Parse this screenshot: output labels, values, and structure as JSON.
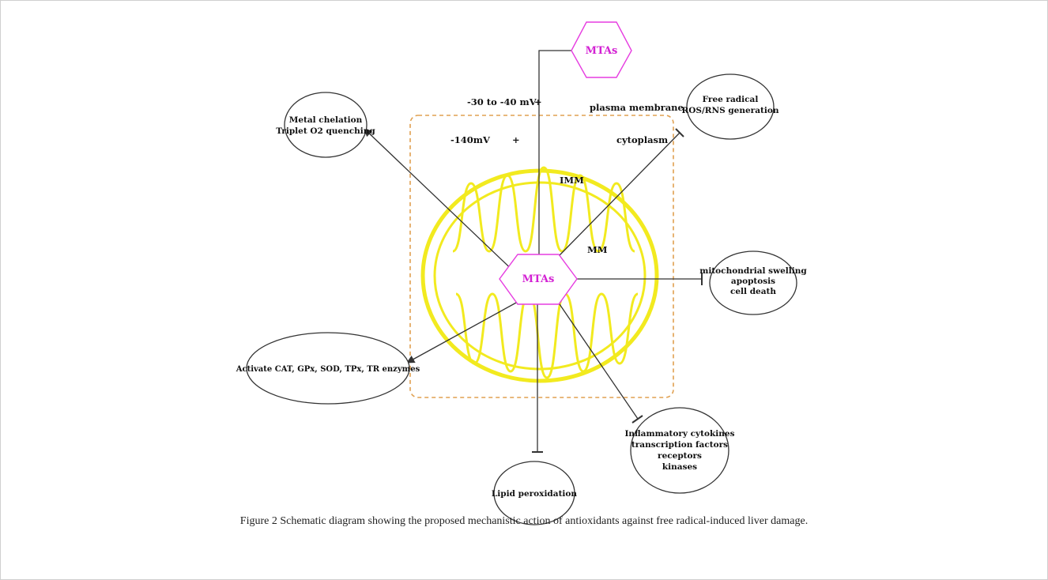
{
  "diagram": {
    "top_hexagon": "MTAs",
    "center_hexagon": "MTAs",
    "membrane_potentials": {
      "outer": "-30 to -40 mV",
      "outer_sign": "+",
      "inner": "-140mV",
      "inner_sign": "+"
    },
    "region_labels": {
      "plasma_membrane": "plasma membrane",
      "cytoplasm": "cytoplasm",
      "imm": "IMM",
      "mm": "MM"
    },
    "outcomes": {
      "metal": [
        "Metal chelation",
        "Triplet O2 quenching"
      ],
      "free_radical": [
        "Free radical",
        "ROS/RNS generation"
      ],
      "mito": [
        "mitochondrial swelling",
        "apoptosis",
        "cell death"
      ],
      "enzymes": [
        "Activate CAT, GPx, SOD, TPx, TR enzymes"
      ],
      "lipid": [
        "Lipid peroxidation"
      ],
      "inflammatory": [
        "Inflammatory cytokines",
        "transcription factors",
        "receptors",
        "kinases"
      ]
    },
    "colors": {
      "mitochondrion": "#f2ea1f",
      "hexagon": "#e63de0",
      "hexagon_text": "#d321d3",
      "membrane": "#e0a050",
      "lines": "#333333"
    }
  },
  "caption": "Figure 2 Schematic diagram showing the proposed mechanistic action of antioxidants against free radical-induced liver damage."
}
